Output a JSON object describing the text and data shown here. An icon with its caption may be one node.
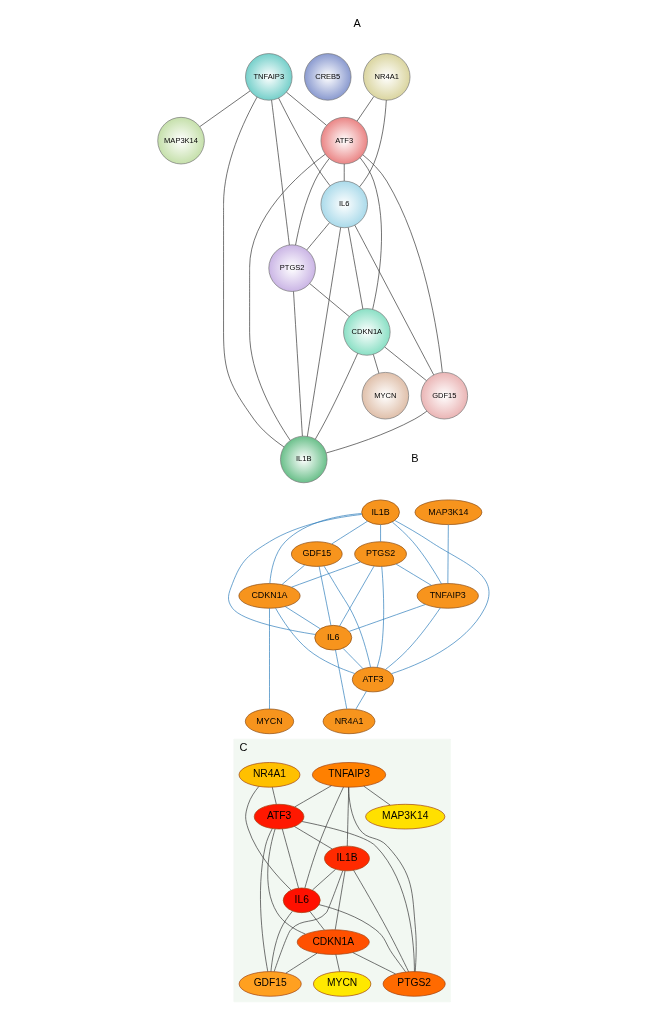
{
  "diagram": {
    "nodes": [
      {
        "text": [
          "NR4A1"
        ]
      },
      {
        "text": [
          "TNFAIP3"
        ]
      },
      {
        "text": [
          "MAP3K14"
        ]
      },
      {
        "text": [
          "CREB5"
        ]
      },
      {
        "text": [
          "IL6"
        ]
      },
      {
        "text": [
          "ATF3"
        ]
      },
      {
        "text": [
          "PTGS2"
        ]
      },
      {
        "text": [
          "MYCN"
        ]
      },
      {
        "text": [
          "CDKN1A"
        ]
      },
      {
        "text": [
          "IL1B"
        ]
      },
      {
        "text": [
          "GDF15"
        ]
      },
      {
        "text": [
          "IL1B"
        ]
      },
      {
        "text": [
          "PTGS2"
        ]
      },
      {
        "text": [
          "GDF15"
        ]
      },
      {
        "text": [
          "MAP3K14"
        ]
      },
      {
        "text": [
          "TNFAIP3"
        ]
      },
      {
        "text": [
          "CDKN1A"
        ]
      },
      {
        "text": [
          "IL6"
        ]
      },
      {
        "text": [
          "MYCN"
        ]
      },
      {
        "text": [
          "ATF3"
        ]
      },
      {
        "text": [
          "NR4A1"
        ]
      },
      {
        "text": [
          "C"
        ]
      },
      {
        "text": [
          "TNFAIP3"
        ],
        "in": 21
      },
      {
        "text": [
          "MAP3K14"
        ],
        "in": 21
      },
      {
        "text": [
          "NR4A1"
        ],
        "in": 21
      },
      {
        "text": [
          "ATF3"
        ],
        "in": 21
      },
      {
        "text": [
          "IL1B"
        ],
        "in": 21
      },
      {
        "text": [
          "IL6"
        ],
        "in": 21
      },
      {
        "text": [
          "CDKN1A"
        ],
        "in": 21
      },
      {
        "text": [
          "PTGS2"
        ],
        "in": 21
      },
      {
        "text": [
          "GDF15"
        ],
        "in": 21
      },
      {
        "text": [
          "MYCN"
        ],
        "in": 21
      }
    ],
    "edges": [
      {
        "from": 0,
        "to": 5,
        "arrow": "none"
      },
      {
        "from": 0,
        "to": 4,
        "arrow": "none"
      },
      {
        "from": 1,
        "to": 2,
        "arrow": "none"
      },
      {
        "from": 1,
        "to": 5,
        "arrow": "none"
      },
      {
        "from": 1,
        "to": 4,
        "arrow": "none"
      },
      {
        "from": 1,
        "to": 9,
        "arrow": "none"
      },
      {
        "from": 1,
        "to": 6,
        "arrow": "none"
      },
      {
        "from": 5,
        "to": 4,
        "arrow": "none"
      },
      {
        "from": 5,
        "to": 6,
        "arrow": "none"
      },
      {
        "from": 5,
        "to": 8,
        "arrow": "none"
      },
      {
        "from": 5,
        "to": 10,
        "arrow": "none"
      },
      {
        "from": 5,
        "to": 9,
        "arrow": "none"
      },
      {
        "from": 4,
        "to": 6,
        "arrow": "none"
      },
      {
        "from": 4,
        "to": 8,
        "arrow": "none"
      },
      {
        "from": 4,
        "to": 10,
        "arrow": "none"
      },
      {
        "from": 4,
        "to": 9,
        "arrow": "none"
      },
      {
        "from": 6,
        "to": 8,
        "arrow": "none"
      },
      {
        "from": 6,
        "to": 9,
        "arrow": "none"
      },
      {
        "from": 8,
        "to": 7,
        "arrow": "none"
      },
      {
        "from": 8,
        "to": 9,
        "arrow": "none"
      },
      {
        "from": 8,
        "to": 10,
        "arrow": "none"
      },
      {
        "from": 10,
        "to": 9,
        "arrow": "none"
      },
      {
        "from": 11,
        "to": 12,
        "arrow": "none",
        "color": "#2b7bba"
      },
      {
        "from": 11,
        "to": 13,
        "arrow": "none",
        "color": "#2b7bba"
      },
      {
        "from": 11,
        "to": 16,
        "arrow": "none",
        "color": "#2b7bba"
      },
      {
        "from": 11,
        "to": 19,
        "arrow": "none",
        "color": "#2b7bba"
      },
      {
        "from": 11,
        "to": 17,
        "arrow": "none",
        "color": "#2b7bba"
      },
      {
        "from": 11,
        "to": 15,
        "arrow": "none",
        "color": "#2b7bba"
      },
      {
        "from": 12,
        "to": 16,
        "arrow": "none",
        "color": "#2b7bba"
      },
      {
        "from": 12,
        "to": 19,
        "arrow": "none",
        "color": "#2b7bba"
      },
      {
        "from": 12,
        "to": 17,
        "arrow": "none",
        "color": "#2b7bba"
      },
      {
        "from": 12,
        "to": 15,
        "arrow": "none",
        "color": "#2b7bba"
      },
      {
        "from": 14,
        "to": 15,
        "arrow": "none",
        "color": "#2b7bba"
      },
      {
        "from": 13,
        "to": 16,
        "arrow": "none",
        "color": "#2b7bba"
      },
      {
        "from": 13,
        "to": 19,
        "arrow": "none",
        "color": "#2b7bba"
      },
      {
        "from": 13,
        "to": 17,
        "arrow": "none",
        "color": "#2b7bba"
      },
      {
        "from": 15,
        "to": 19,
        "arrow": "none",
        "color": "#2b7bba"
      },
      {
        "from": 15,
        "to": 17,
        "arrow": "none",
        "color": "#2b7bba"
      },
      {
        "from": 16,
        "to": 17,
        "arrow": "none",
        "color": "#2b7bba"
      },
      {
        "from": 16,
        "to": 18,
        "arrow": "none",
        "color": "#2b7bba"
      },
      {
        "from": 16,
        "to": 19,
        "arrow": "none",
        "color": "#2b7bba"
      },
      {
        "from": 17,
        "to": 19,
        "arrow": "none",
        "color": "#2b7bba"
      },
      {
        "from": 17,
        "to": 20,
        "arrow": "none",
        "color": "#2b7bba"
      },
      {
        "from": 19,
        "to": 20,
        "arrow": "none",
        "color": "#2b7bba"
      },
      {
        "from": 22,
        "to": 23,
        "arrow": "none"
      },
      {
        "from": 22,
        "to": 26,
        "arrow": "none"
      },
      {
        "from": 22,
        "to": 25,
        "arrow": "none"
      },
      {
        "from": 22,
        "to": 27,
        "arrow": "none"
      },
      {
        "from": 22,
        "to": 29,
        "arrow": "none"
      },
      {
        "from": 24,
        "to": 25,
        "arrow": "none"
      },
      {
        "from": 24,
        "to": 27,
        "arrow": "none"
      },
      {
        "from": 25,
        "to": 26,
        "arrow": "none"
      },
      {
        "from": 25,
        "to": 27,
        "arrow": "none"
      },
      {
        "from": 25,
        "to": 29,
        "arrow": "none"
      },
      {
        "from": 25,
        "to": 30,
        "arrow": "none"
      },
      {
        "from": 25,
        "to": 28,
        "arrow": "none"
      },
      {
        "from": 26,
        "to": 27,
        "arrow": "none"
      },
      {
        "from": 26,
        "to": 29,
        "arrow": "none"
      },
      {
        "from": 26,
        "to": 30,
        "arrow": "none"
      },
      {
        "from": 26,
        "to": 28,
        "arrow": "none"
      },
      {
        "from": 27,
        "to": 28,
        "arrow": "none"
      },
      {
        "from": 27,
        "to": 29,
        "arrow": "none"
      },
      {
        "from": 27,
        "to": 30,
        "arrow": "none"
      },
      {
        "from": 28,
        "to": 29,
        "arrow": "none"
      },
      {
        "from": 28,
        "to": 30,
        "arrow": "none"
      },
      {
        "from": 28,
        "to": 31,
        "arrow": "none"
      }
    ],
    "labels": [
      "A",
      "B"
    ]
  }
}
